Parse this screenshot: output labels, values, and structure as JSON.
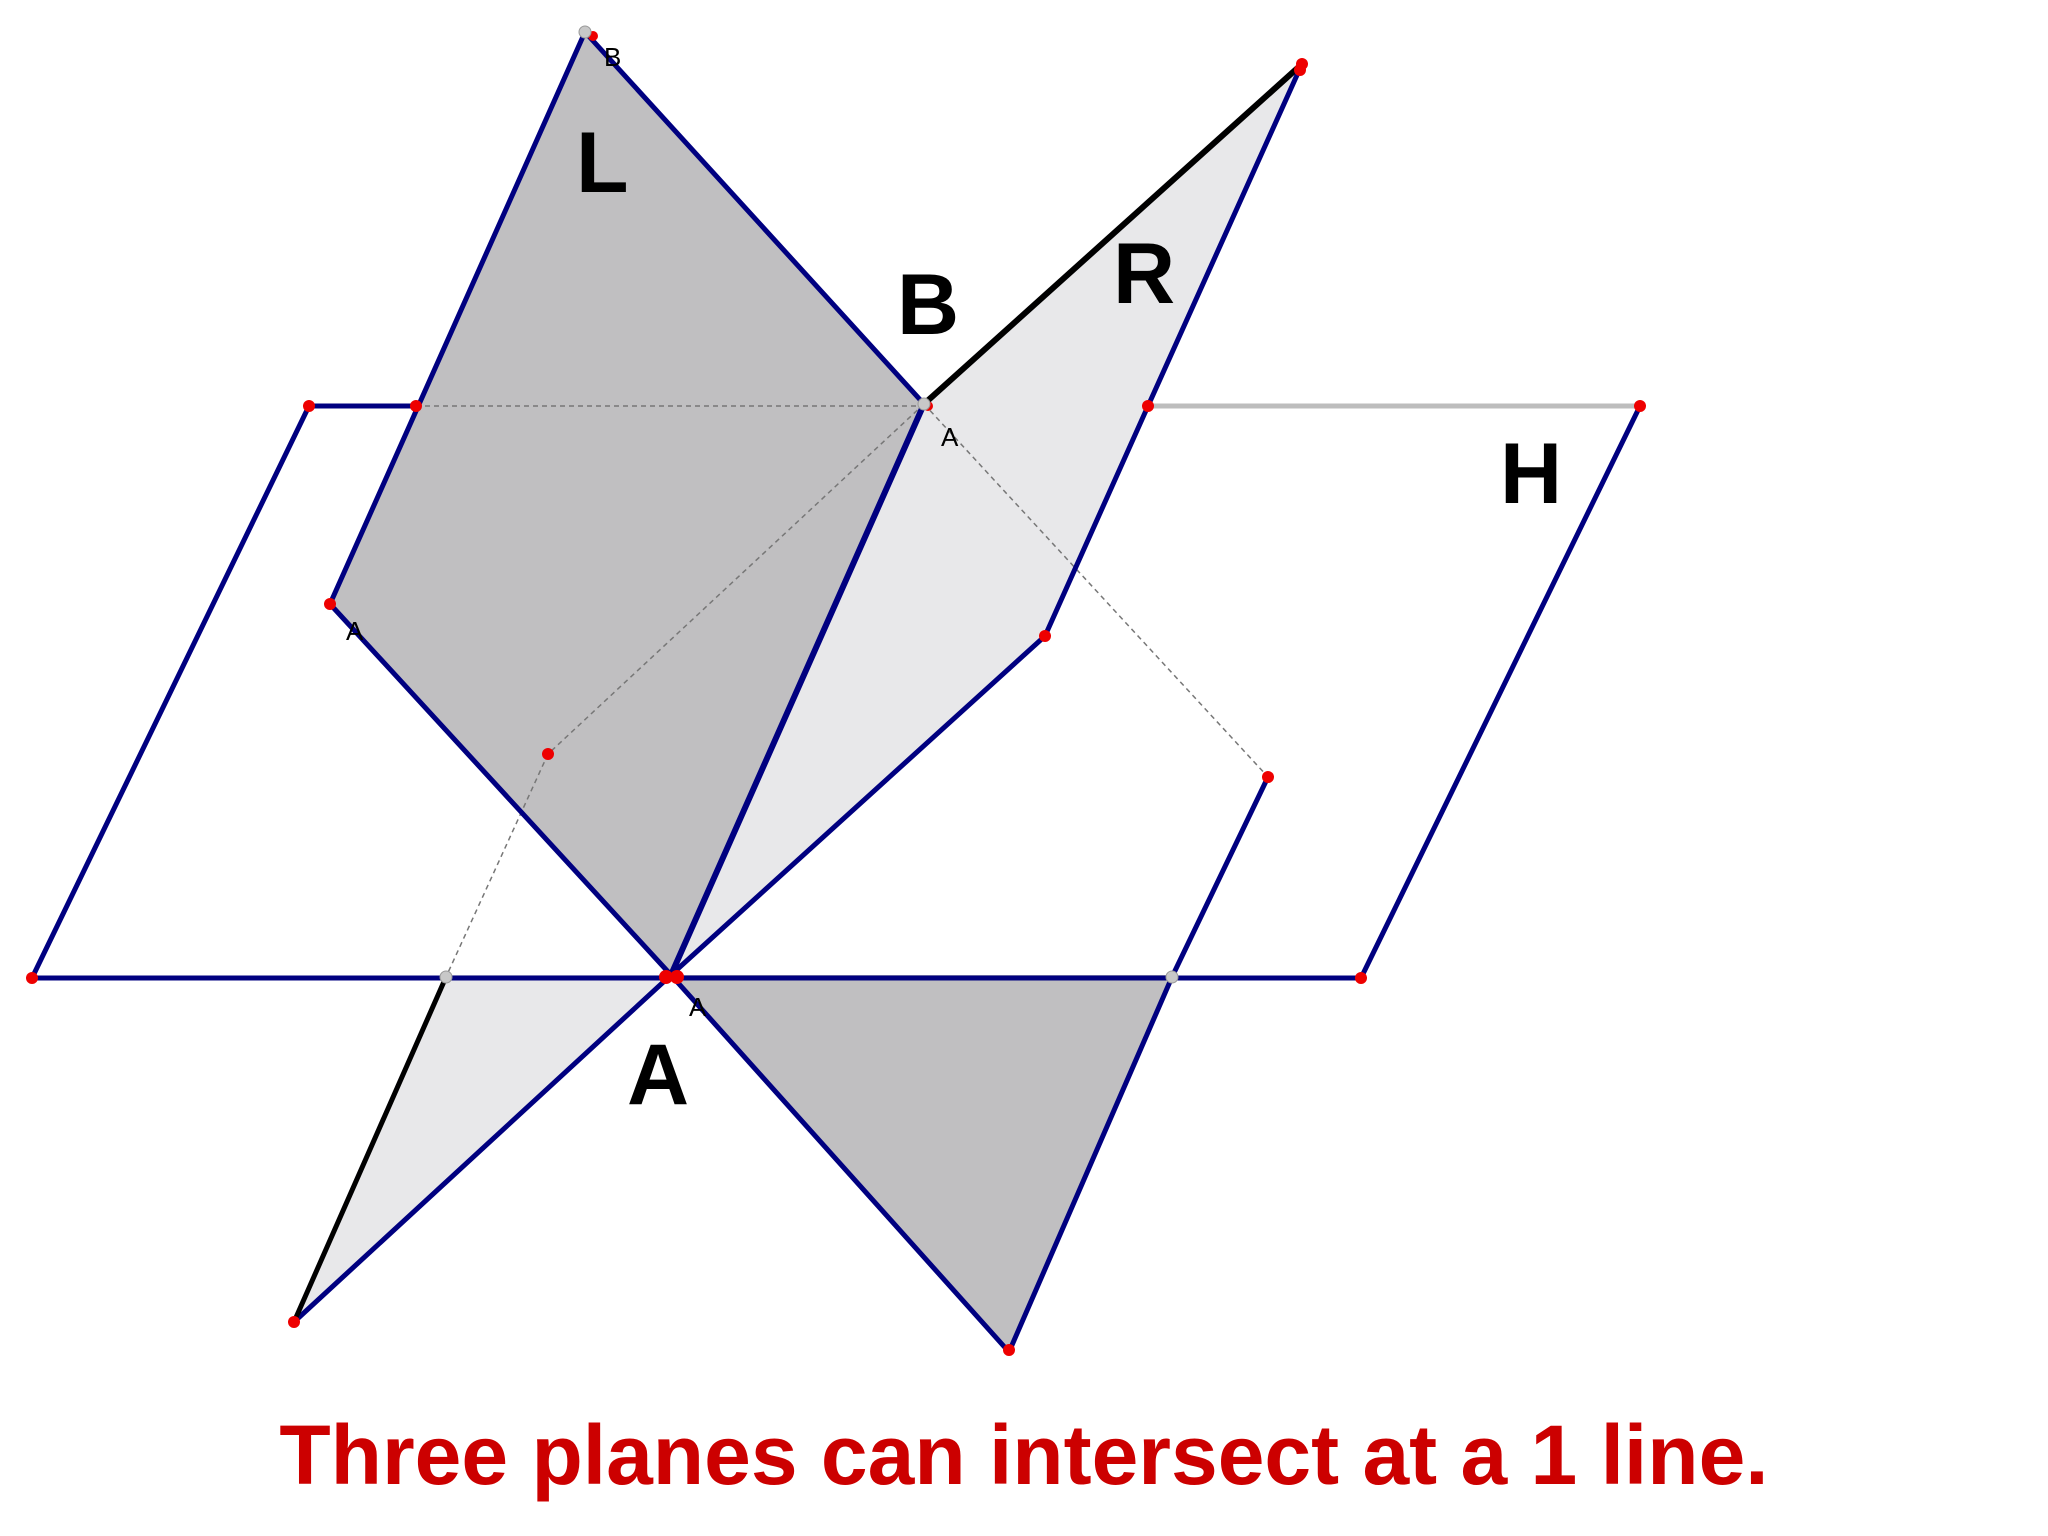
{
  "planes": {
    "left": {
      "label": "L",
      "vertex_label": "B"
    },
    "right": {
      "label": "R"
    },
    "horizontal": {
      "label": "H"
    }
  },
  "intersection_line": {
    "top_point": "B",
    "bottom_point": "A",
    "top_small": "A",
    "bottom_small": "A",
    "left_small": "A"
  },
  "caption": "Three planes can intersect at a 1 line.",
  "colors": {
    "edge": "#000080",
    "dark_fill": "#c0bfc1",
    "light_fill": "#e8e8ea",
    "point": "#ee0000",
    "caption": "#cc0000"
  }
}
